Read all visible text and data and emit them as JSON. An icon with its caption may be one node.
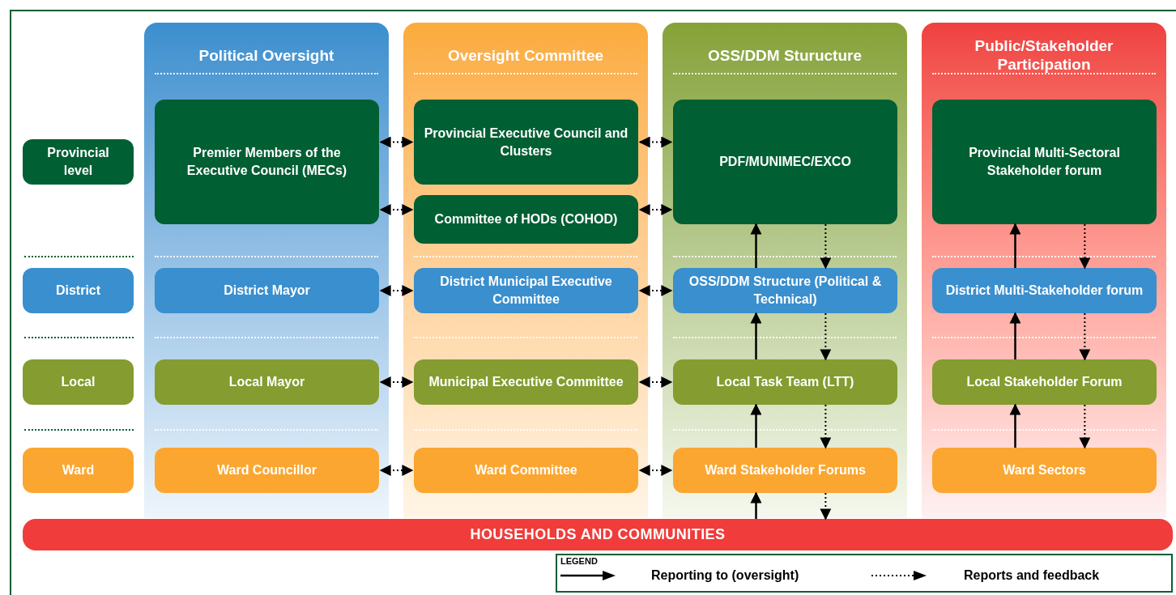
{
  "diagram": {
    "nodes": [
      {
        "text": [
          "Political Oversight"
        ]
      },
      {
        "text": [
          "Premier Members of the Executive Council (MECs)"
        ],
        "in": 0
      },
      {
        "text": [
          "District Mayor"
        ],
        "in": 0
      },
      {
        "text": [
          "Local Mayor"
        ],
        "in": 0
      },
      {
        "text": [
          "Ward Councillor"
        ],
        "in": 0
      },
      {
        "text": [
          "Oversight Committee"
        ]
      },
      {
        "text": [
          "Provincial Executive Council and Clusters"
        ],
        "in": 5
      },
      {
        "text": [
          "Committee of HODs (COHOD)"
        ],
        "in": 5
      },
      {
        "text": [
          "District Municipal Executive Committee"
        ],
        "in": 5
      },
      {
        "text": [
          "Municipal Executive Committee"
        ],
        "in": 5
      },
      {
        "text": [
          "Ward Committee"
        ],
        "in": 5
      },
      {
        "text": [
          "OSS/DDM Sturucture"
        ]
      },
      {
        "text": [
          "PDF/MUNIMEC/EXCO"
        ],
        "in": 11
      },
      {
        "text": [
          "OSS/DDM Structure (Political & Technical)"
        ],
        "in": 11
      },
      {
        "text": [
          "Local Task Team (LTT)"
        ],
        "in": 11
      },
      {
        "text": [
          "Ward Stakeholder Forums"
        ],
        "in": 11
      },
      {
        "text": [
          "Public/Stakeholder Participation"
        ]
      },
      {
        "text": [
          "Provincial Multi-Sectoral Stakeholder forum"
        ],
        "in": 16
      },
      {
        "text": [
          "District Multi-Stakeholder forum"
        ],
        "in": 16
      },
      {
        "text": [
          "Local Stakeholder Forum"
        ],
        "in": 16
      },
      {
        "text": [
          "Ward Sectors"
        ],
        "in": 16
      },
      {
        "text": [
          "Provincial level"
        ]
      },
      {
        "text": [
          "District"
        ]
      },
      {
        "text": [
          "Local"
        ]
      },
      {
        "text": [
          "Ward"
        ]
      },
      {
        "text": [
          "HOUSEHOLDS AND COMMUNITIES"
        ]
      }
    ],
    "edges": [
      {
        "from": 1,
        "to": 6,
        "arrow": "both",
        "style": "dashed"
      },
      {
        "from": 1,
        "to": 7,
        "arrow": "both",
        "style": "dashed"
      },
      {
        "from": 6,
        "to": 12,
        "arrow": "both",
        "style": "dashed"
      },
      {
        "from": 7,
        "to": 12,
        "arrow": "both",
        "style": "dashed"
      },
      {
        "from": 2,
        "to": 8,
        "arrow": "both",
        "style": "dashed"
      },
      {
        "from": 8,
        "to": 13,
        "arrow": "both",
        "style": "dashed"
      },
      {
        "from": 3,
        "to": 9,
        "arrow": "both",
        "style": "dashed"
      },
      {
        "from": 9,
        "to": 14,
        "arrow": "both",
        "style": "dashed"
      },
      {
        "from": 4,
        "to": 10,
        "arrow": "both",
        "style": "dashed"
      },
      {
        "from": 10,
        "to": 15,
        "arrow": "both",
        "style": "dashed"
      },
      {
        "from": 13,
        "to": 12,
        "arrow": "to"
      },
      {
        "from": 14,
        "to": 13,
        "arrow": "to"
      },
      {
        "from": 15,
        "to": 14,
        "arrow": "to"
      },
      {
        "from": 25,
        "to": 15,
        "arrow": "to"
      },
      {
        "from": 12,
        "to": 13,
        "arrow": "to",
        "style": "dashed"
      },
      {
        "from": 13,
        "to": 14,
        "arrow": "to",
        "style": "dashed"
      },
      {
        "from": 14,
        "to": 15,
        "arrow": "to",
        "style": "dashed"
      },
      {
        "from": 15,
        "to": 25,
        "arrow": "to",
        "style": "dashed"
      },
      {
        "from": 18,
        "to": 17,
        "arrow": "to"
      },
      {
        "from": 19,
        "to": 18,
        "arrow": "to"
      },
      {
        "from": 20,
        "to": 19,
        "arrow": "to"
      },
      {
        "from": 17,
        "to": 18,
        "arrow": "to",
        "style": "dashed"
      },
      {
        "from": 18,
        "to": 19,
        "arrow": "to",
        "style": "dashed"
      },
      {
        "from": 19,
        "to": 20,
        "arrow": "to",
        "style": "dashed"
      }
    ],
    "labels": [
      "LEGEND"
    ],
    "legend": [
      {
        "text": "Reporting to (oversight)"
      },
      {
        "text": "Reports and feedback"
      }
    ]
  }
}
